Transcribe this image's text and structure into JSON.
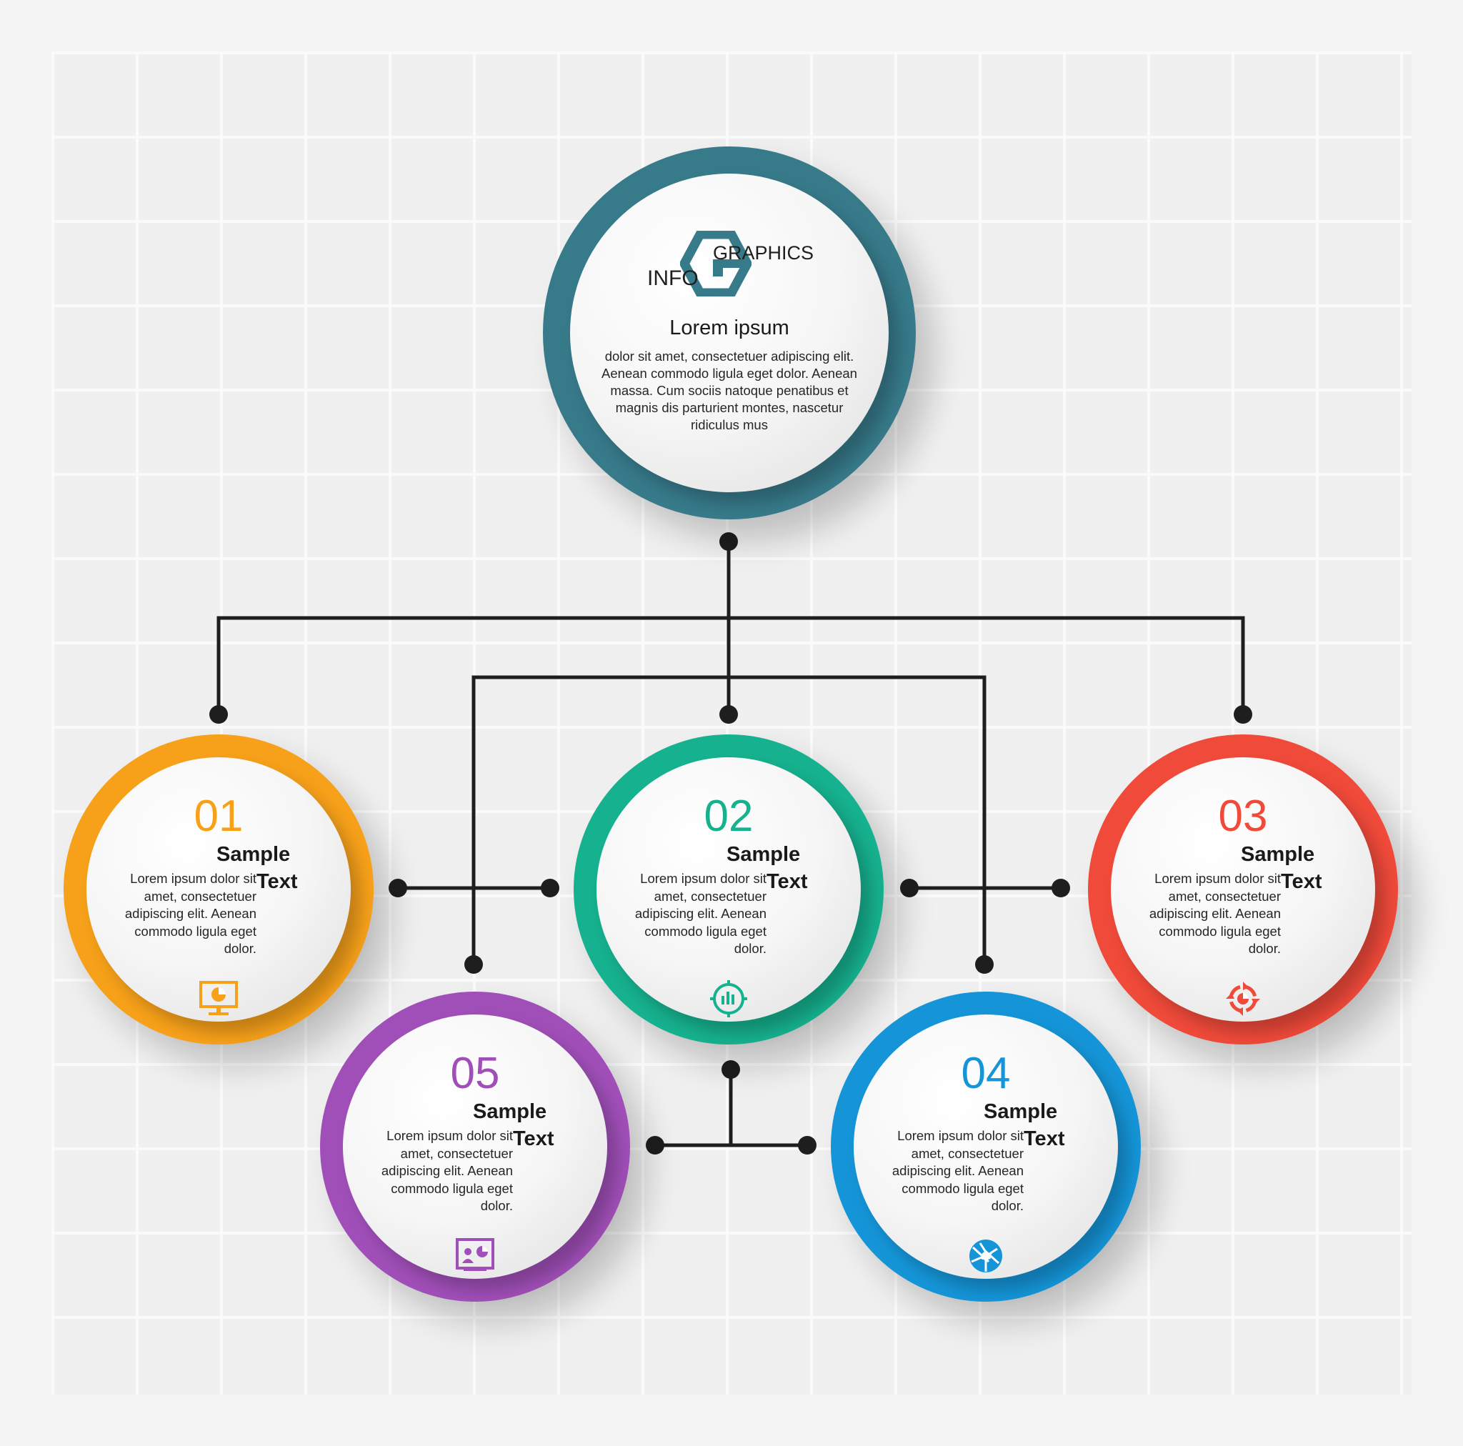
{
  "center": {
    "logo_info": "INFO",
    "logo_graphics": "GRAPHICS",
    "title": "Lorem ipsum",
    "body": "dolor sit amet, consectetuer adipiscing elit. Aenean commodo ligula eget dolor. Aenean massa. Cum sociis natoque penatibus et magnis dis parturient montes, nascetur ridiculus mus",
    "color": "#377a8a"
  },
  "items": [
    {
      "number": "01",
      "title_1": "Sample",
      "title_2": "Text",
      "body": "Lorem ipsum dolor sit amet, consectetuer adipiscing elit. Aenean commodo ligula eget dolor.",
      "color": "#f7a11a",
      "icon": "monitor-chart-icon"
    },
    {
      "number": "02",
      "title_1": "Sample",
      "title_2": "Text",
      "body": "Lorem ipsum dolor sit amet, consectetuer adipiscing elit. Aenean commodo ligula eget dolor.",
      "color": "#16b18e",
      "icon": "target-chart-icon"
    },
    {
      "number": "03",
      "title_1": "Sample",
      "title_2": "Text",
      "body": "Lorem ipsum dolor sit amet, consectetuer adipiscing elit. Aenean commodo ligula eget dolor.",
      "color": "#f04a3a",
      "icon": "cycle-arrows-icon"
    },
    {
      "number": "04",
      "title_1": "Sample",
      "title_2": "Text",
      "body": "Lorem ipsum dolor sit amet, consectetuer adipiscing elit. Aenean commodo ligula eget dolor.",
      "color": "#1595d8",
      "icon": "aperture-icon"
    },
    {
      "number": "05",
      "title_1": "Sample",
      "title_2": "Text",
      "body": "Lorem ipsum dolor sit amet, consectetuer adipiscing elit. Aenean commodo ligula eget dolor.",
      "color": "#a04fb8",
      "icon": "presentation-board-icon"
    }
  ],
  "connector_color": "#1e1e1e"
}
